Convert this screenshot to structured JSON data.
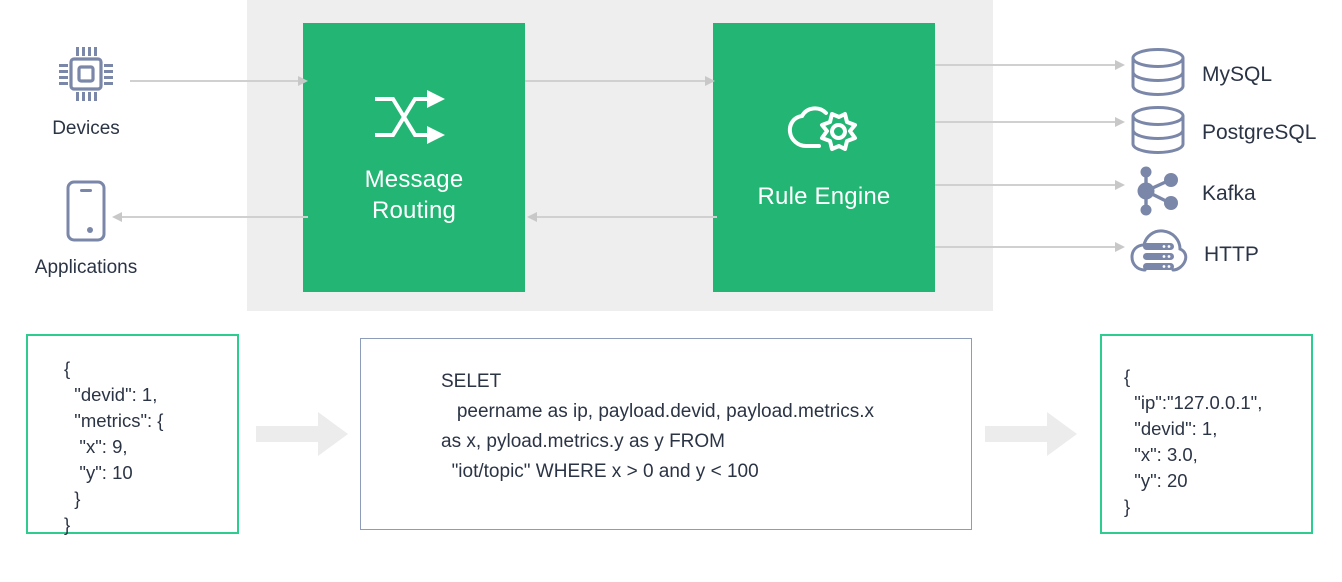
{
  "colors": {
    "green": "#22b573",
    "green_border": "#2ecc8f",
    "panel_gray": "#eeeeee",
    "icon_blue_gray": "#7b87a8",
    "arrow_gray": "#d0d0d0",
    "block_arrow_gray": "#ececec",
    "sql_border": "#8d9cb8",
    "text_dark": "#2b3445"
  },
  "architecture": {
    "sources": [
      {
        "id": "devices",
        "label": "Devices",
        "icon": "chip-icon"
      },
      {
        "id": "applications",
        "label": "Applications",
        "icon": "mobile-phone-icon"
      }
    ],
    "stages": [
      {
        "id": "message-routing",
        "label": "Message\nRouting",
        "label_line1": "Message",
        "label_line2": "Routing",
        "icon": "shuffle-arrows-icon"
      },
      {
        "id": "rule-engine",
        "label": "Rule Engine",
        "icon": "cloud-gear-icon"
      }
    ],
    "sinks": [
      {
        "id": "mysql",
        "label": "MySQL",
        "icon": "database-cylinder-icon"
      },
      {
        "id": "postgresql",
        "label": "PostgreSQL",
        "icon": "database-cylinder-icon"
      },
      {
        "id": "kafka",
        "label": "Kafka",
        "icon": "node-graph-icon"
      },
      {
        "id": "http",
        "label": "HTTP",
        "icon": "cloud-server-icon"
      }
    ]
  },
  "pipeline": {
    "input_json": "{\n  \"devid\": 1,\n  \"metrics\": {\n   \"x\": 9,\n   \"y\": 10\n  }\n}",
    "sql": "SELET\n   peername as ip, payload.devid, payload.metrics.x as x, pyload.metrics.y as y FROM\n  \"iot/topic\" WHERE x > 0 and y < 100",
    "output_json": "{\n  \"ip\":\"127.0.0.1\",\n  \"devid\": 1,\n  \"x\": 3.0,\n  \"y\": 20\n}",
    "flow_arrow_1": "block-arrow-right-icon",
    "flow_arrow_2": "block-arrow-right-icon"
  }
}
